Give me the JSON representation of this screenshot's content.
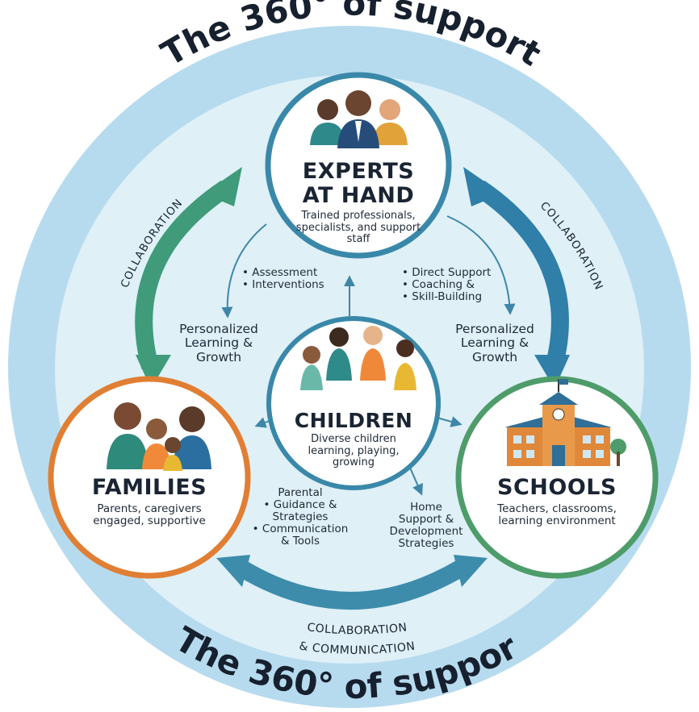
{
  "ring_title_top": "The 360° of support",
  "ring_title_bottom": "The 360° of support",
  "nodes": {
    "experts": {
      "title_line1": "EXPERTS",
      "title_line2": "AT HAND",
      "subtitle": "Trained professionals, specialists, and support staff",
      "icon": "professionals-group-icon"
    },
    "children": {
      "title": "CHILDREN",
      "subtitle": "Diverse children learning, playing, growing",
      "icon": "children-group-icon"
    },
    "families": {
      "title": "FAMILIES",
      "subtitle": "Parents, caregivers engaged, supportive",
      "icon": "family-group-icon"
    },
    "schools": {
      "title": "SCHOOLS",
      "subtitle": "Teachers, classrooms, learning environment",
      "icon": "school-building-icon"
    }
  },
  "arrows": {
    "left": "COLLABORATION",
    "right": "COLLABORATION",
    "bottom_line1": "COLLABORATION",
    "bottom_line2": "& COMMUNICATION"
  },
  "labels": {
    "personalized_left": "Personalized Learning & Growth",
    "personalized_right": "Personalized Learning & Growth",
    "experts_to_families": "• Assessment\n• Interventions",
    "experts_to_schools": "• Direct Support\n• Coaching &\n• Skill-Building",
    "children_to_families": "Parental\n• Guidance & Strategies\n• Communication & Tools",
    "children_to_schools": "Home\nSupport &\nDevelopment\nStrategies"
  },
  "colors": {
    "outer_ring": "#b7dbee",
    "inner_disc": "#dff0f7",
    "experts_border": "#3a88a9",
    "children_border": "#3a88a9",
    "families_border": "#e07f34",
    "schools_border": "#4e9c6a",
    "arrow_left": "#3f9b7a",
    "arrow_right": "#2f7fa8",
    "arrow_bottom": "#3d8cab"
  }
}
